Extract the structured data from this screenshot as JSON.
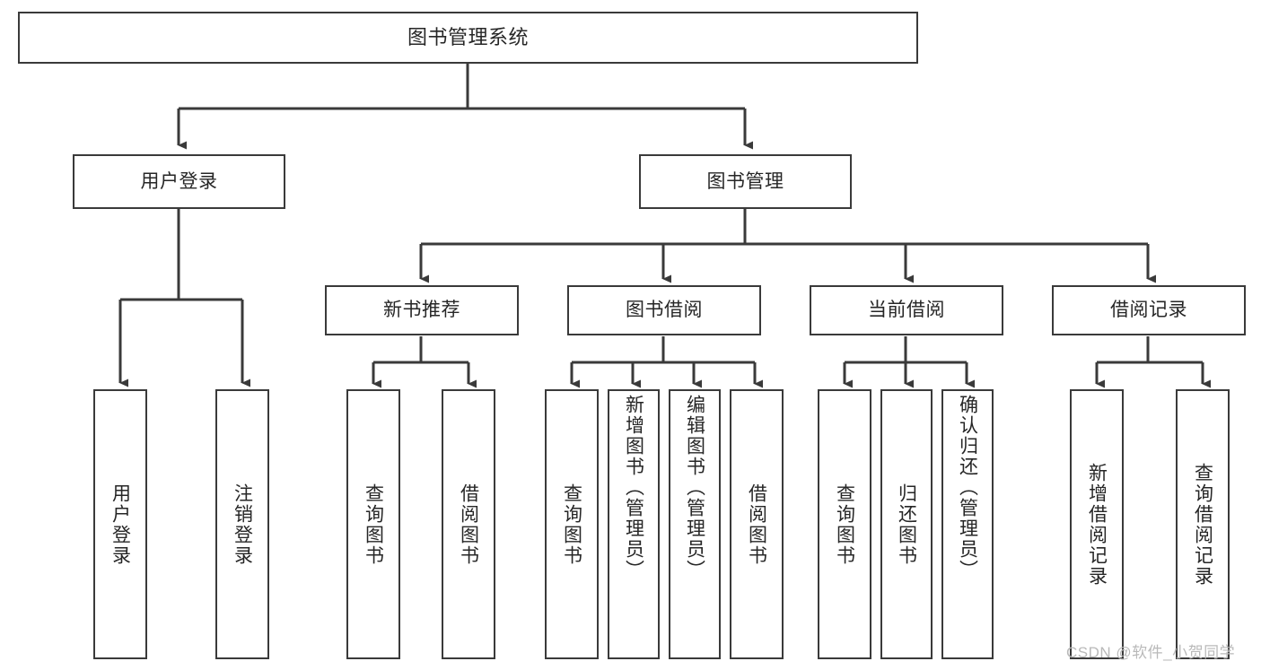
{
  "diagram": {
    "title": "图书管理系统",
    "type": "hierarchy-tree",
    "levels": 4,
    "root": {
      "id": "root",
      "label": "图书管理系统",
      "orientation": "horizontal"
    },
    "level2": [
      {
        "id": "user-login",
        "label": "用户登录",
        "orientation": "horizontal"
      },
      {
        "id": "book-manage",
        "label": "图书管理",
        "orientation": "horizontal"
      }
    ],
    "level3": [
      {
        "id": "new-book-recommend",
        "label": "新书推荐",
        "orientation": "horizontal",
        "parent": "book-manage"
      },
      {
        "id": "book-borrow",
        "label": "图书借阅",
        "orientation": "horizontal",
        "parent": "book-manage"
      },
      {
        "id": "current-borrow",
        "label": "当前借阅",
        "orientation": "horizontal",
        "parent": "book-manage"
      },
      {
        "id": "borrow-record",
        "label": "借阅记录",
        "orientation": "horizontal",
        "parent": "book-manage"
      }
    ],
    "leaves": [
      {
        "id": "leaf-user-login",
        "label": "用户登录",
        "parent": "user-login",
        "align": "center"
      },
      {
        "id": "leaf-user-logout",
        "label": "注销登录",
        "parent": "user-login",
        "align": "center"
      },
      {
        "id": "leaf-query-book-1",
        "label": "查询图书",
        "parent": "new-book-recommend",
        "align": "center"
      },
      {
        "id": "leaf-borrow-book-1",
        "label": "借阅图书",
        "parent": "new-book-recommend",
        "align": "center"
      },
      {
        "id": "leaf-query-book-2",
        "label": "查询图书",
        "parent": "book-borrow",
        "align": "center"
      },
      {
        "id": "leaf-add-book",
        "label": "新增图书（管理员）",
        "parent": "book-borrow",
        "align": "top"
      },
      {
        "id": "leaf-edit-book",
        "label": "编辑图书（管理员）",
        "parent": "book-borrow",
        "align": "top"
      },
      {
        "id": "leaf-borrow-book-2",
        "label": "借阅图书",
        "parent": "book-borrow",
        "align": "center"
      },
      {
        "id": "leaf-query-book-3",
        "label": "查询图书",
        "parent": "current-borrow",
        "align": "center"
      },
      {
        "id": "leaf-return-book",
        "label": "归还图书",
        "parent": "current-borrow",
        "align": "center"
      },
      {
        "id": "leaf-confirm-return",
        "label": "确认归还（管理员）",
        "parent": "current-borrow",
        "align": "top"
      },
      {
        "id": "leaf-add-record",
        "label": "新增借阅记录",
        "parent": "borrow-record",
        "align": "center"
      },
      {
        "id": "leaf-query-record",
        "label": "查询借阅记录",
        "parent": "borrow-record",
        "align": "center"
      }
    ],
    "colors": {
      "stroke": "#3a3a3a",
      "text": "#262626",
      "background": "#ffffff",
      "watermark": "#b9b9b9"
    }
  },
  "watermark": {
    "text": "CSDN @软件_小贺同学"
  }
}
